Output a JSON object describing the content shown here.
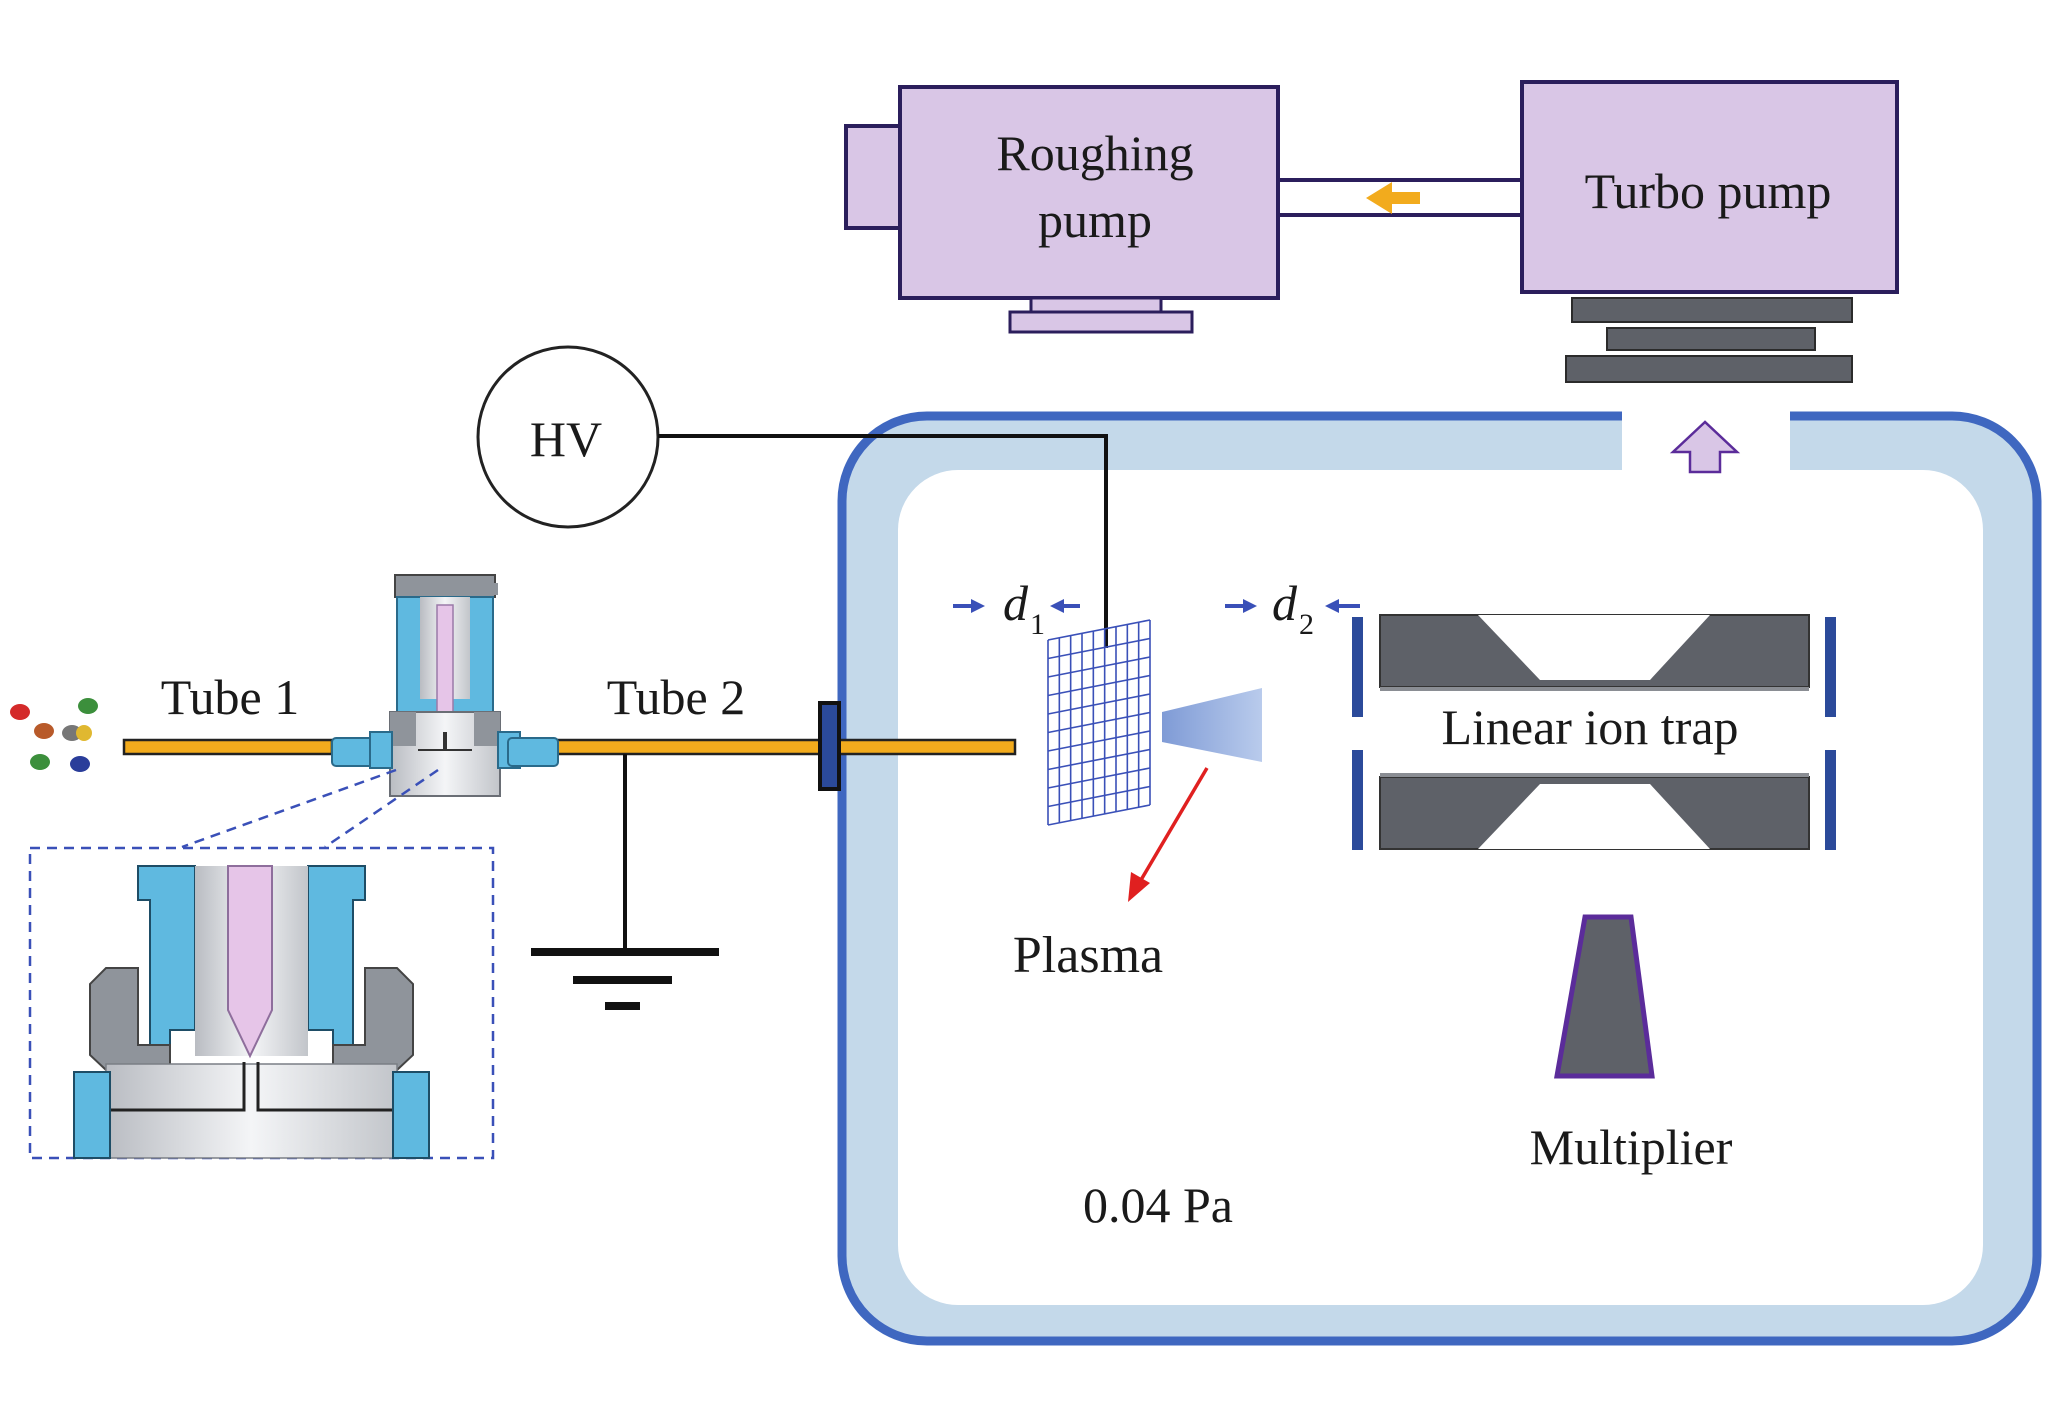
{
  "labels": {
    "roughing_pump_line1": "Roughing",
    "roughing_pump_line2": "pump",
    "turbo_pump": "Turbo pump",
    "hv": "HV",
    "tube1": "Tube 1",
    "tube2": "Tube 2",
    "d1": "d",
    "d1_sub": "1",
    "d2": "d",
    "d2_sub": "2",
    "linear_ion_trap": "Linear ion trap",
    "plasma": "Plasma",
    "multiplier": "Multiplier",
    "pressure": "0.04 Pa"
  },
  "colors": {
    "pump_fill": "#d9c6e6",
    "pump_stroke": "#2b1e5c",
    "chamber_outer": "#3f67c0",
    "chamber_band": "#c4d9ea",
    "tube_fill": "#f2ab1d",
    "metal_dark": "#5e6168",
    "plate_blue": "#2b4a9a",
    "fitting_blue": "#5fb9e0",
    "needle_pink": "#e6c5e8",
    "grid_blue": "#3a50b8",
    "plasma_glow": "#9fb6e0",
    "flow_arrow": "#f2ab1d",
    "plasma_arrow": "#e02020",
    "multiplier_stroke": "#5b2c9a"
  },
  "icons": [
    "roughing-pump-icon",
    "turbo-pump-icon",
    "hv-supply-icon",
    "ground-symbol-icon",
    "needle-valve-icon",
    "sample-droplets-icon",
    "mesh-electrode-icon",
    "multiplier-icon"
  ]
}
